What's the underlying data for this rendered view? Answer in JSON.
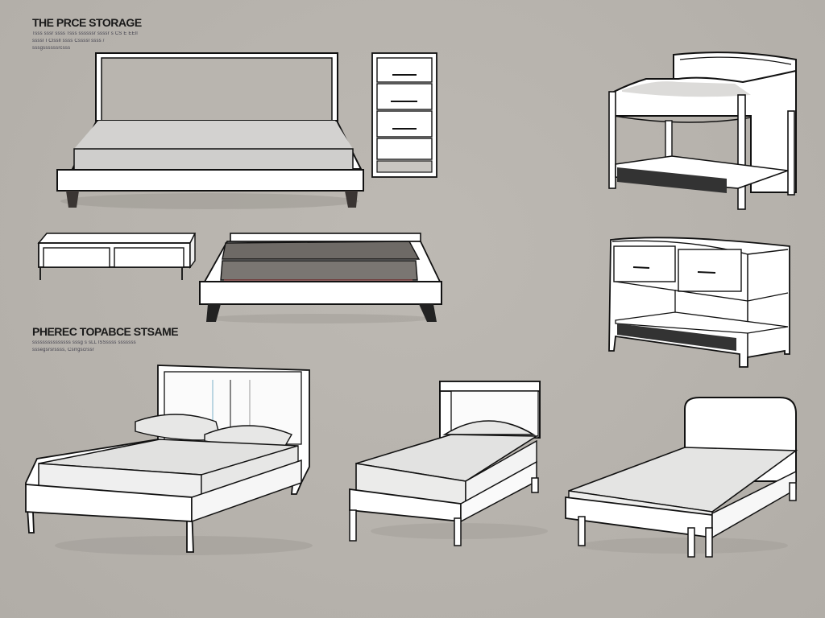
{
  "canvas": {
    "background": "#b8b4ae",
    "line_color": "#111111",
    "fill_white": "#ffffff",
    "mattress_gray": "#d7d6d4",
    "dark_panel": "#3a3a3a"
  },
  "labels": [
    {
      "title": "THE PRCE STORAGE",
      "lines": [
        "Tsss sssr ssss Tsss ssssssr ssssr s CS E EEll",
        "ssssI I Clssll ssss Cssssl ssss /",
        "sssgssssssrcsss"
      ]
    },
    {
      "title": "PHEREC TOPABCE STSAME",
      "lines": [
        "sssssssssssssss sssg s sLL lSSssss sssssss",
        "sssegsrsrssss, Csrrgscrssr"
      ]
    }
  ],
  "items": [
    {
      "id": "platform-bed-headboard",
      "description": "Platform bed with tall frame headboard"
    },
    {
      "id": "tall-dresser",
      "description": "Tall narrow 4-drawer chest"
    },
    {
      "id": "loft-bed-storage",
      "description": "Raised bed with curved headboard and under-bed drawer"
    },
    {
      "id": "low-bench-cabinet",
      "description": "Low two-compartment storage bench"
    },
    {
      "id": "lift-up-storage-bed",
      "description": "Platform bed with open lift-up storage"
    },
    {
      "id": "console-cabinet",
      "description": "Two-drawer console with lower storage drawer"
    },
    {
      "id": "double-bed-pillows",
      "description": "Double bed with panel headboard and two pillows"
    },
    {
      "id": "single-bed-pillow",
      "description": "Single bed with square headboard and one pillow"
    },
    {
      "id": "single-bed-rounded",
      "description": "Single bed with rounded headboard"
    }
  ]
}
